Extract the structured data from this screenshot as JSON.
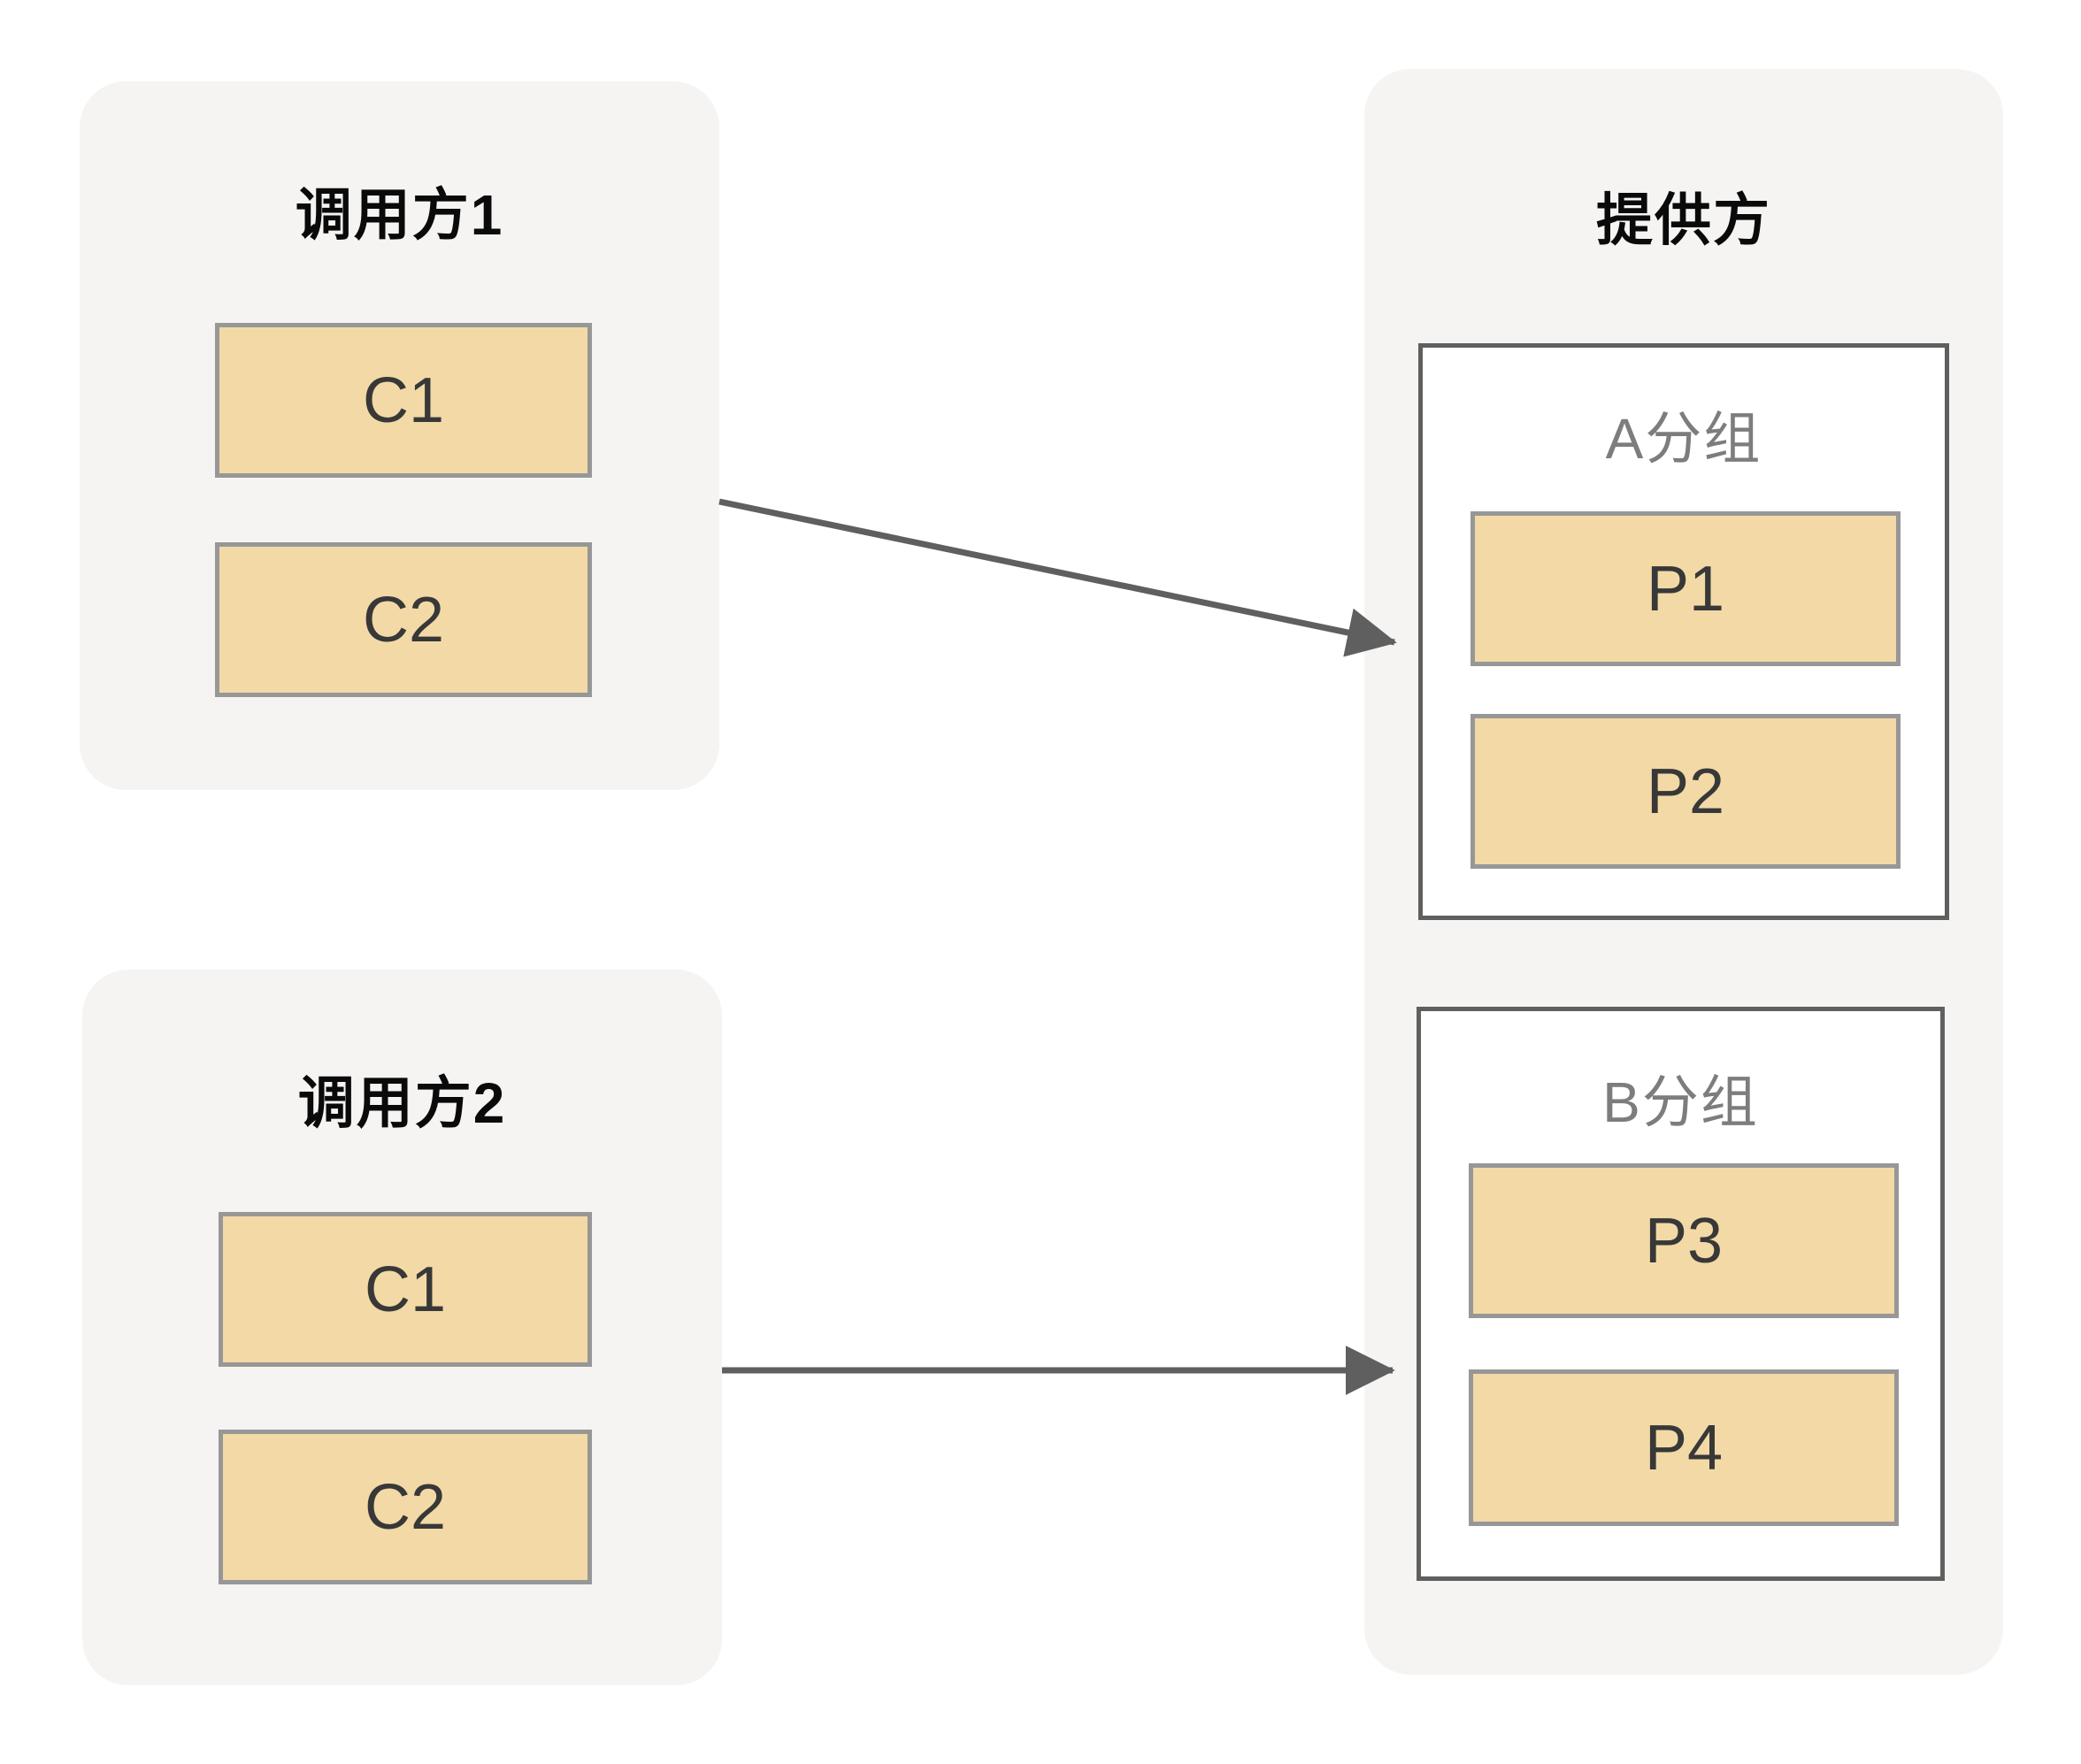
{
  "diagram": {
    "callers": [
      {
        "title": "调用方1",
        "nodes": [
          "C1",
          "C2"
        ]
      },
      {
        "title": "调用方2",
        "nodes": [
          "C1",
          "C2"
        ]
      }
    ],
    "provider": {
      "title": "提供方",
      "groups": [
        {
          "title": "A分组",
          "nodes": [
            "P1",
            "P2"
          ]
        },
        {
          "title": "B分组",
          "nodes": [
            "P3",
            "P4"
          ]
        }
      ]
    },
    "arrows": [
      {
        "from": "调用方1",
        "to": "A分组"
      },
      {
        "from": "调用方2",
        "to": "B分组"
      }
    ],
    "colors": {
      "panel_background": "#f5f4f2",
      "node_fill": "#f2d9a6",
      "node_border": "#979797",
      "group_border": "#5f5f5f",
      "group_title_text": "#7d7d7d",
      "title_text": "#0a0a0a",
      "node_label_text": "#383838",
      "arrow": "#5f5f5f",
      "page_background": "#ffffff"
    }
  }
}
